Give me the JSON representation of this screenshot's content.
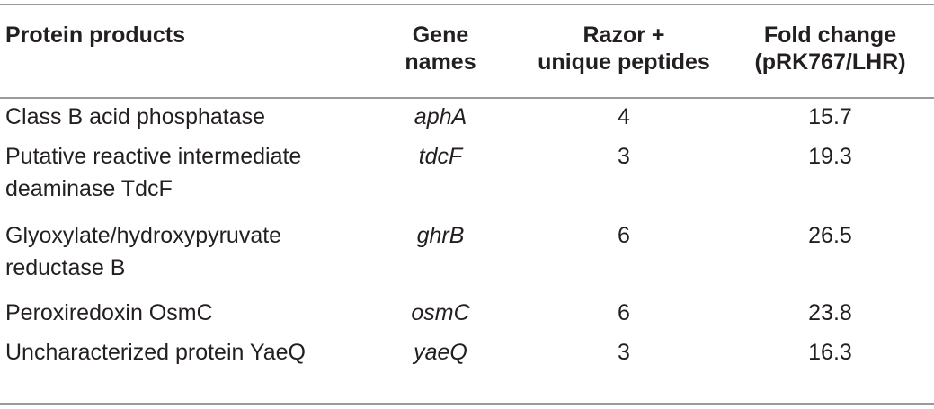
{
  "table": {
    "headers": {
      "protein": "Protein products",
      "gene_line1": "Gene",
      "gene_line2": "names",
      "peptides_line1": "Razor +",
      "peptides_line2": "unique peptides",
      "fold_line1": "Fold change",
      "fold_line2": "(pRK767/LHR)"
    },
    "rows": [
      {
        "protein": "Class B acid phosphatase",
        "protein_line2": "",
        "gene": "aphA",
        "peptides": "4",
        "fold": "15.7"
      },
      {
        "protein": "Putative reactive intermediate",
        "protein_line2": "deaminase TdcF",
        "gene": "tdcF",
        "peptides": "3",
        "fold": "19.3"
      },
      {
        "protein": "Glyoxylate/hydroxypyruvate",
        "protein_line2": "reductase B",
        "gene": "ghrB",
        "peptides": "6",
        "fold": "26.5"
      },
      {
        "protein": "Peroxiredoxin OsmC",
        "protein_line2": "",
        "gene": "osmC",
        "peptides": "6",
        "fold": "23.8"
      },
      {
        "protein": "Uncharacterized protein YaeQ",
        "protein_line2": "",
        "gene": "yaeQ",
        "peptides": "3",
        "fold": "16.3"
      }
    ]
  }
}
